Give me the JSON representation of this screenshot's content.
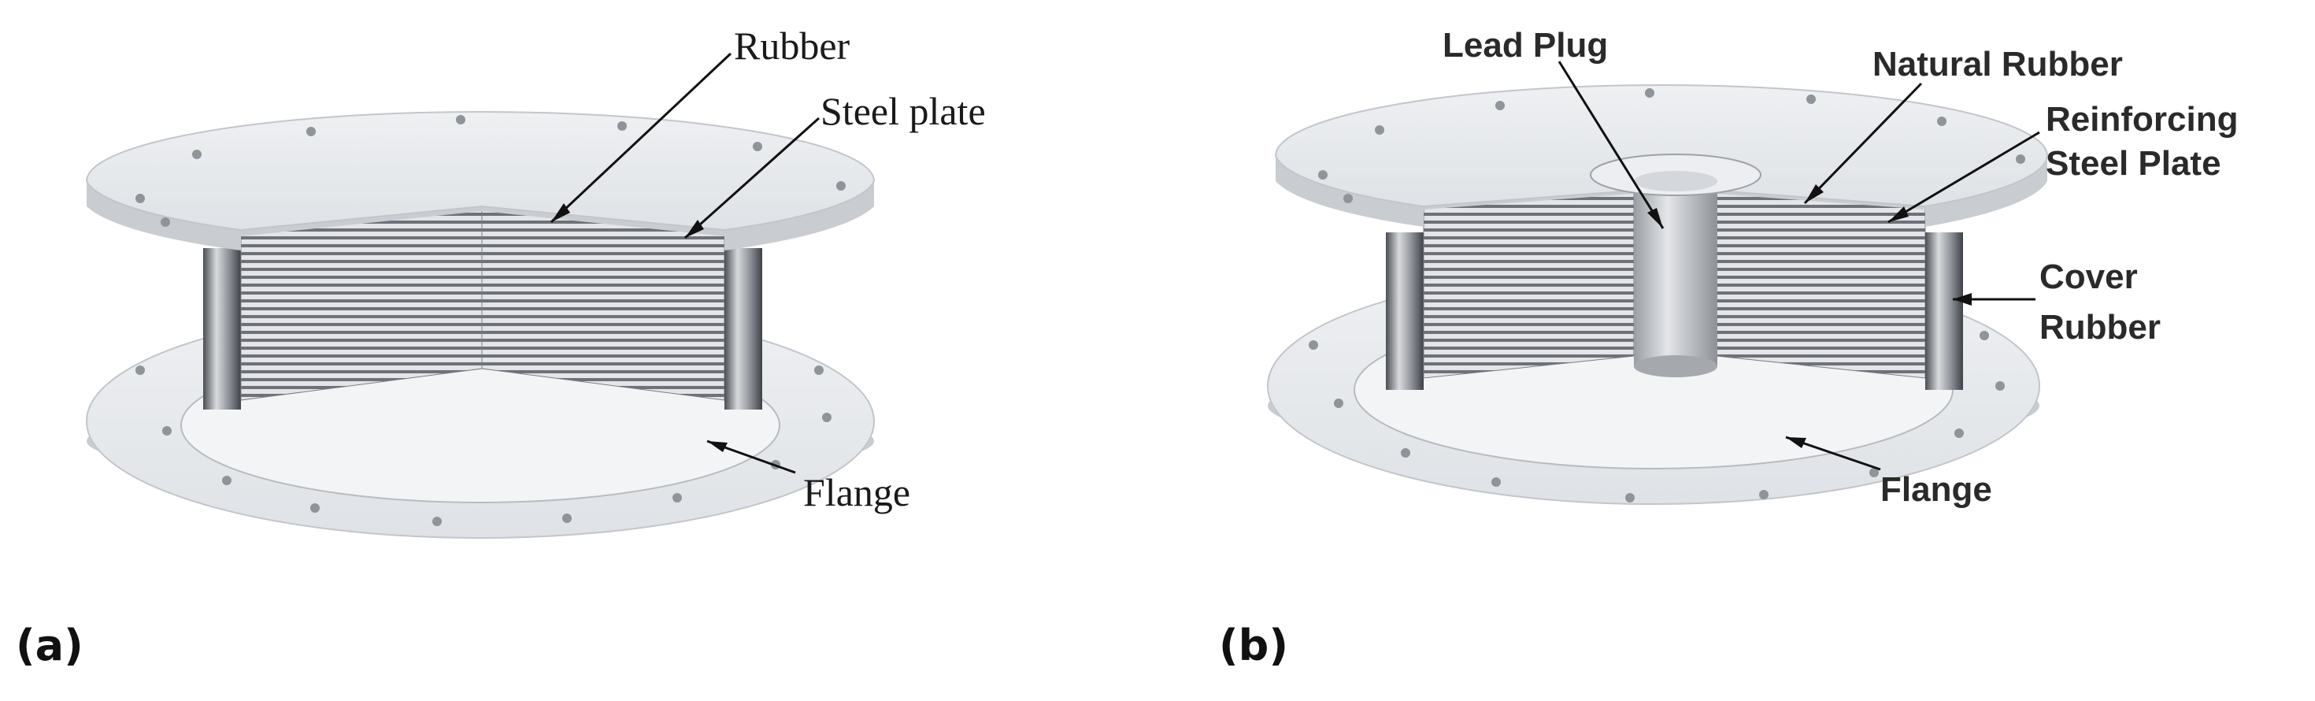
{
  "panels": [
    {
      "id": "a",
      "panel_label": "(a)",
      "labels": {
        "rubber": "Rubber",
        "steel_plate": "Steel plate",
        "flange": "Flange"
      }
    },
    {
      "id": "b",
      "panel_label": "(b)",
      "labels": {
        "lead_plug": "Lead Plug",
        "natural_rubber": "Natural Rubber",
        "reinforcing_line1": "Reinforcing",
        "reinforcing_line2": "Steel Plate",
        "cover_line1": "Cover",
        "cover_line2": "Rubber",
        "flange": "Flange"
      }
    }
  ],
  "colors": {
    "flange_top": "#e7e9ec",
    "flange_edge": "#c9cdd2",
    "rubber_dark": "#6d7076",
    "rubber_light": "#e2e4e7",
    "lead_plug": "#b8bbc0",
    "bolt_hole": "#8f949a",
    "text": "#1a1a1a"
  }
}
